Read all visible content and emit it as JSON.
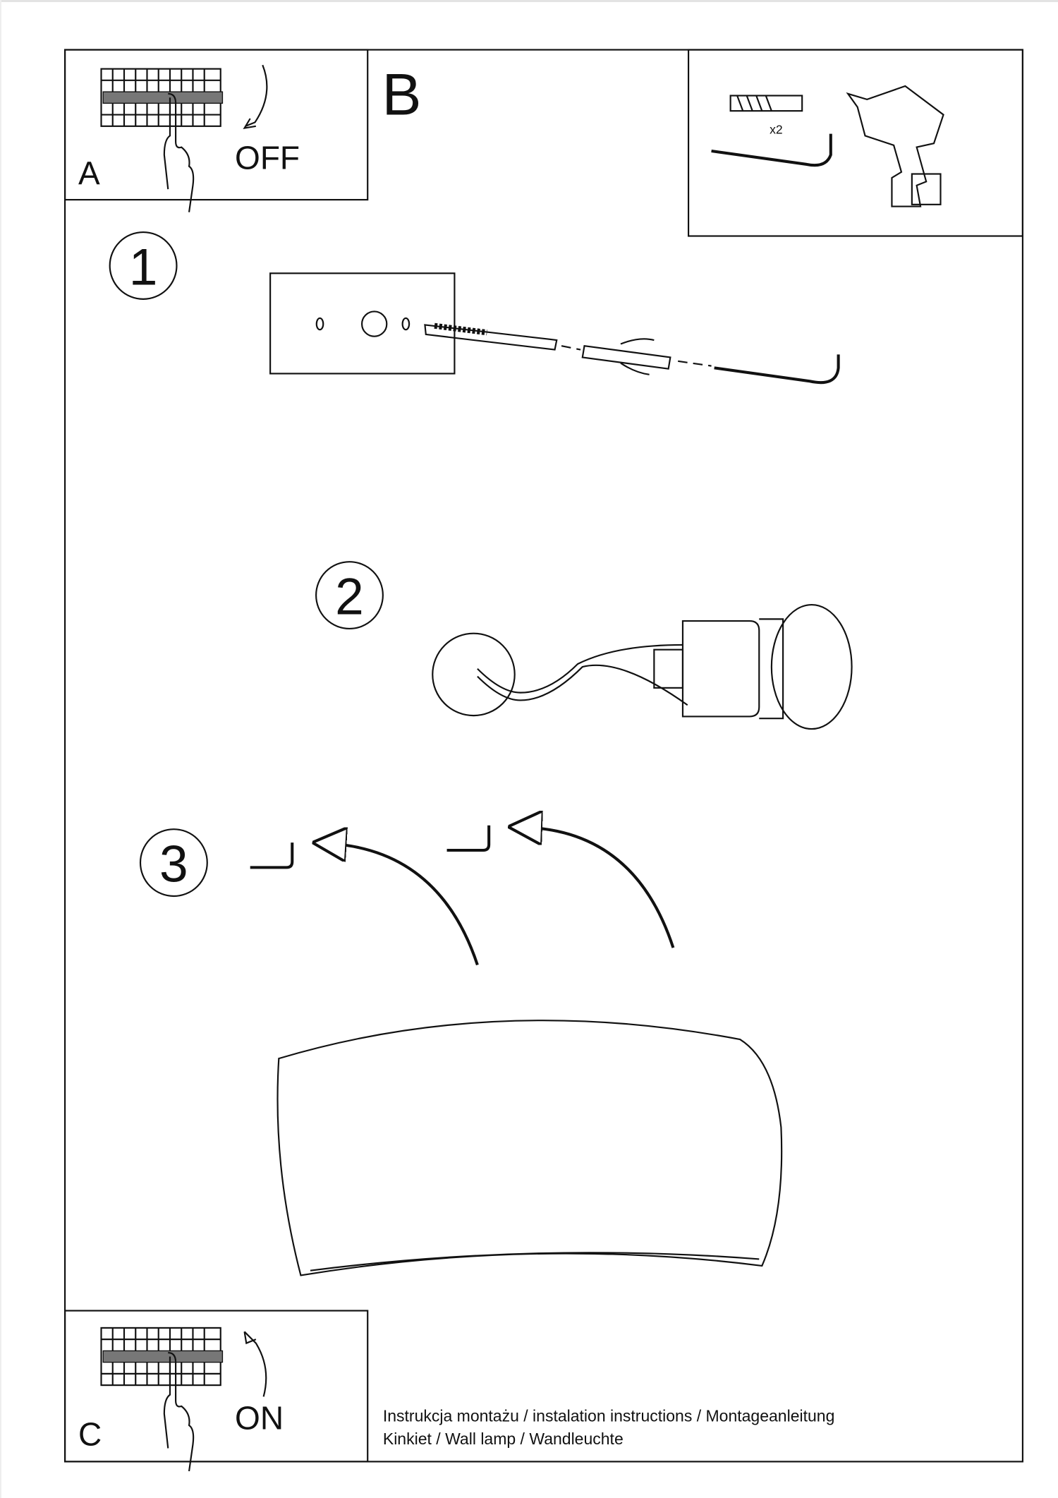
{
  "panels": {
    "a": {
      "letter": "A",
      "label": "OFF"
    },
    "b": {
      "letter": "B",
      "quantity": "x2"
    },
    "c": {
      "letter": "C",
      "label": "ON"
    }
  },
  "steps": [
    {
      "number": "1"
    },
    {
      "number": "2"
    },
    {
      "number": "3"
    }
  ],
  "footer": {
    "line1": "Instrukcja montażu / instalation instructions / Montageanleitung",
    "line2": "Kinkiet / Wall lamp / Wandleuchte"
  }
}
